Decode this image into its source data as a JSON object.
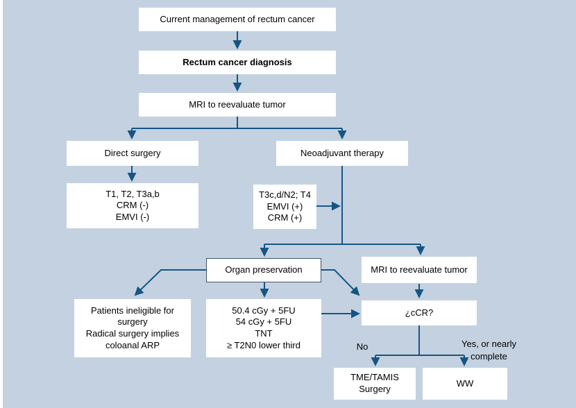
{
  "title": "Current management of rectum cancer flowchart",
  "colors": {
    "background": "#c4d1e0",
    "line": "#165583",
    "node_background": "#ffffff",
    "node_border": "#3d566b",
    "text": "#000000"
  },
  "nodes": {
    "current_management": {
      "label": "Current management of rectum cancer"
    },
    "diagnosis": {
      "label": "Rectum cancer diagnosis"
    },
    "mri_reevaluate_1": {
      "label": "MRI to reevaluate tumor"
    },
    "direct_surgery": {
      "label": "Direct surgery"
    },
    "neoadjuvant_therapy": {
      "label": "Neoadjuvant therapy"
    },
    "t1_criteria": {
      "label": "T1, T2, T3a,b\nCRM (-)\nEMVI (-)"
    },
    "t3_criteria": {
      "label": "T3c,d/N2; T4\nEMVI (+)\nCRM (+)"
    },
    "organ_preservation": {
      "label": "Organ preservation"
    },
    "mri_reevaluate_2": {
      "label": "MRI to reevaluate tumor"
    },
    "ineligible_patients": {
      "label": "Patients ineligible for\nsurgery\nRadical surgery implies\ncoloanal ARP"
    },
    "treatment_options": {
      "label": "50.4 cGy + 5FU\n54 cGy + 5FU\nTNT\n≥ T2N0 lower third"
    },
    "ccr_question": {
      "label": "¿cCR?"
    },
    "tme_tamis_surgery": {
      "label": "TME/TAMIS\nSurgery"
    },
    "watch_and_wait": {
      "label": "WW"
    }
  },
  "edge_labels": {
    "no": "No",
    "yes": "Yes, or nearly\ncomplete"
  }
}
